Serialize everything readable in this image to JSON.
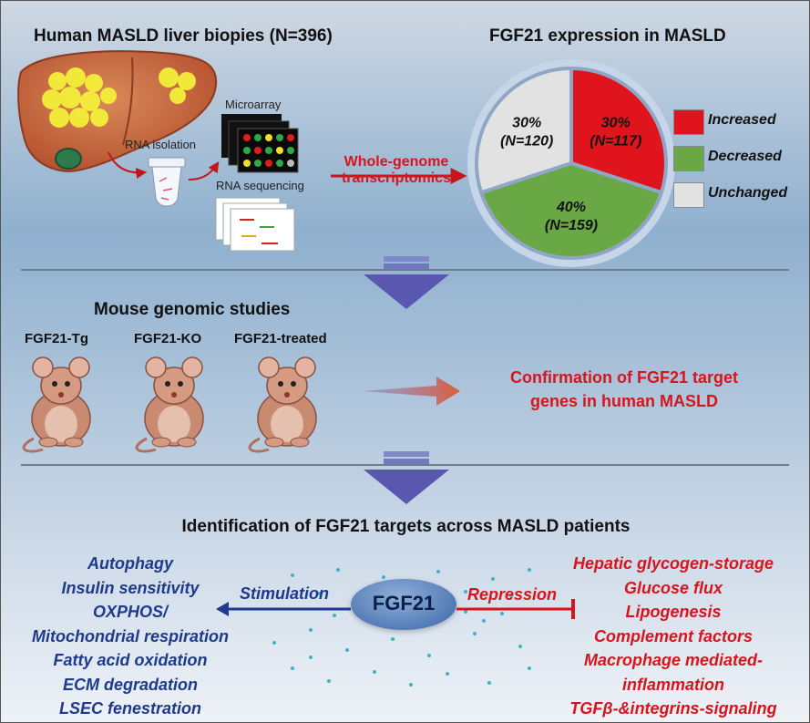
{
  "section1": {
    "title": "Human MASLD liver biopies (N=396)",
    "rna_isolation": "RNA isolation",
    "microarray": "Microarray",
    "rna_sequencing": "RNA sequencing",
    "wgt_line1": "Whole-genome",
    "wgt_line2": "transcriptomics"
  },
  "section1_chart": {
    "title": "FGF21 expression in MASLD"
  },
  "chart_data": {
    "type": "pie",
    "title": "FGF21 expression in MASLD",
    "slices": [
      {
        "label": "Increased",
        "percent": 30,
        "pct_text": "30%",
        "n_text": "(N=117)",
        "color": "#e0141c"
      },
      {
        "label": "Decreased",
        "percent": 40,
        "pct_text": "40%",
        "n_text": "(N=159)",
        "color": "#6aa846"
      },
      {
        "label": "Unchanged",
        "percent": 30,
        "pct_text": "30%",
        "n_text": "(N=120)",
        "color": "#e2e2e2"
      }
    ],
    "legend_placement": "right"
  },
  "section2": {
    "title": "Mouse genomic studies",
    "mouse_labels": [
      "FGF21-Tg",
      "FGF21-KO",
      "FGF21-treated"
    ],
    "confirmation_line1": "Confirmation of FGF21 target",
    "confirmation_line2": "genes in human MASLD"
  },
  "section3": {
    "title": "Identification of FGF21 targets across MASLD patients",
    "center": "FGF21",
    "stimulation_label": "Stimulation",
    "repression_label": "Repression",
    "stimulated": [
      "Autophagy",
      "Insulin sensitivity",
      "OXPHOS/",
      "Mitochondrial respiration",
      "Fatty acid oxidation",
      "ECM degradation",
      "LSEC fenestration"
    ],
    "repressed": [
      "Hepatic glycogen-storage",
      "Glucose flux",
      "Lipogenesis",
      "Complement factors",
      "Macrophage mediated-",
      "inflammation",
      "TGFβ-&integrins-signaling"
    ]
  },
  "colors": {
    "red": "#d8141c",
    "blue": "#1e3a8c",
    "increased": "#e0141c",
    "decreased": "#6aa846",
    "unchanged": "#e2e2e2"
  }
}
